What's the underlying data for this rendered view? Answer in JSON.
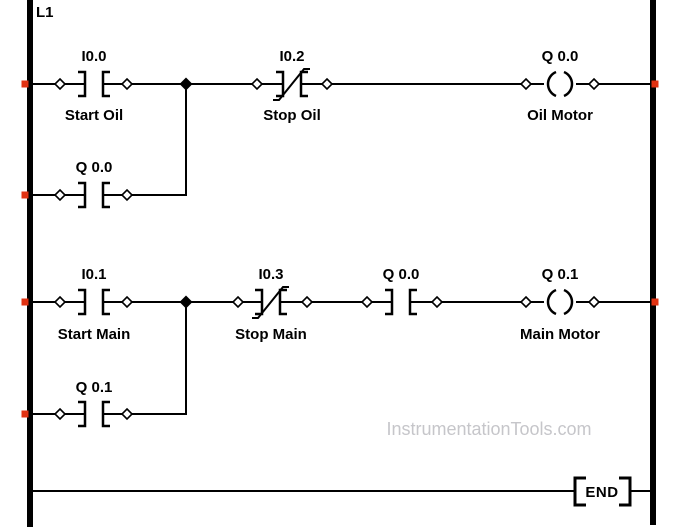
{
  "rail_label": "L1",
  "watermark": "InstrumentationTools.com",
  "end_label": "END",
  "colors": {
    "ink": "#000000",
    "connection_dot": "#e03212",
    "watermark": "#c6c6ca"
  },
  "rungs": [
    {
      "name": "oil-motor-control",
      "contacts": [
        {
          "address": "I0.0",
          "label": "Start Oil",
          "type": "normally-open"
        },
        {
          "address": "I0.2",
          "label": "Stop Oil",
          "type": "normally-closed"
        }
      ],
      "coil": {
        "address": "Q 0.0",
        "label": "Oil Motor"
      },
      "seal_in": {
        "address": "Q 0.0",
        "type": "normally-open"
      }
    },
    {
      "name": "main-motor-control",
      "contacts": [
        {
          "address": "I0.1",
          "label": "Start Main",
          "type": "normally-open"
        },
        {
          "address": "I0.3",
          "label": "Stop Main",
          "type": "normally-closed"
        },
        {
          "address": "Q 0.0",
          "label": "",
          "type": "normally-open"
        }
      ],
      "coil": {
        "address": "Q 0.1",
        "label": "Main Motor"
      },
      "seal_in": {
        "address": "Q 0.1",
        "type": "normally-open"
      }
    }
  ]
}
